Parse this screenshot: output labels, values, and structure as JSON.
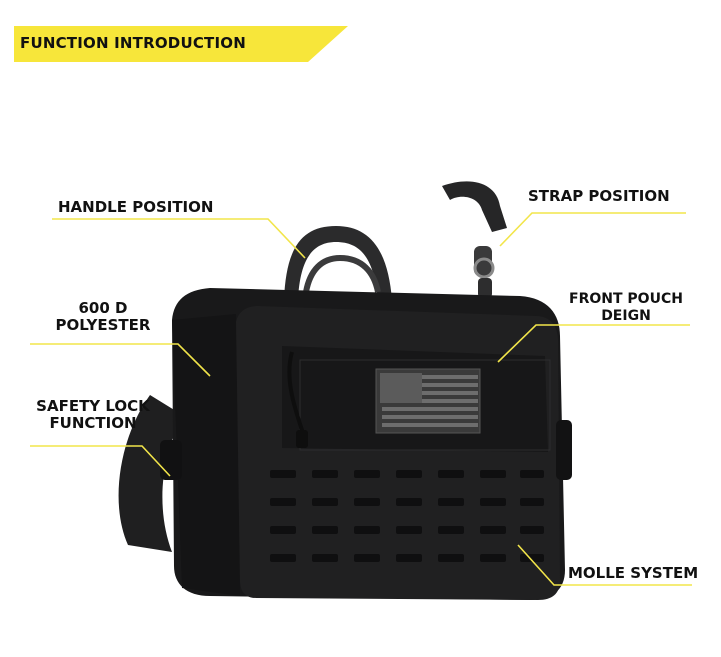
{
  "banner": {
    "title": "FUNCTION INTRODUCTION",
    "accent_color": "#f7e63a"
  },
  "callouts": {
    "handle": "HANDLE POSITION",
    "strap": "STRAP POSITION",
    "polyester_line1": "600 D",
    "polyester_line2": "POLYESTER",
    "front_pouch_line1": "FRONT POUCH",
    "front_pouch_line2": "DEIGN",
    "safety_line1": "SAFETY LOCK",
    "safety_line2": "FUNCTION",
    "molle": "MOLLE SYSTEM"
  },
  "leader_color": "#f2e54a",
  "product": {
    "bag_color": "#1c1c1d",
    "flag_icon": "us-flag-patch-icon"
  }
}
